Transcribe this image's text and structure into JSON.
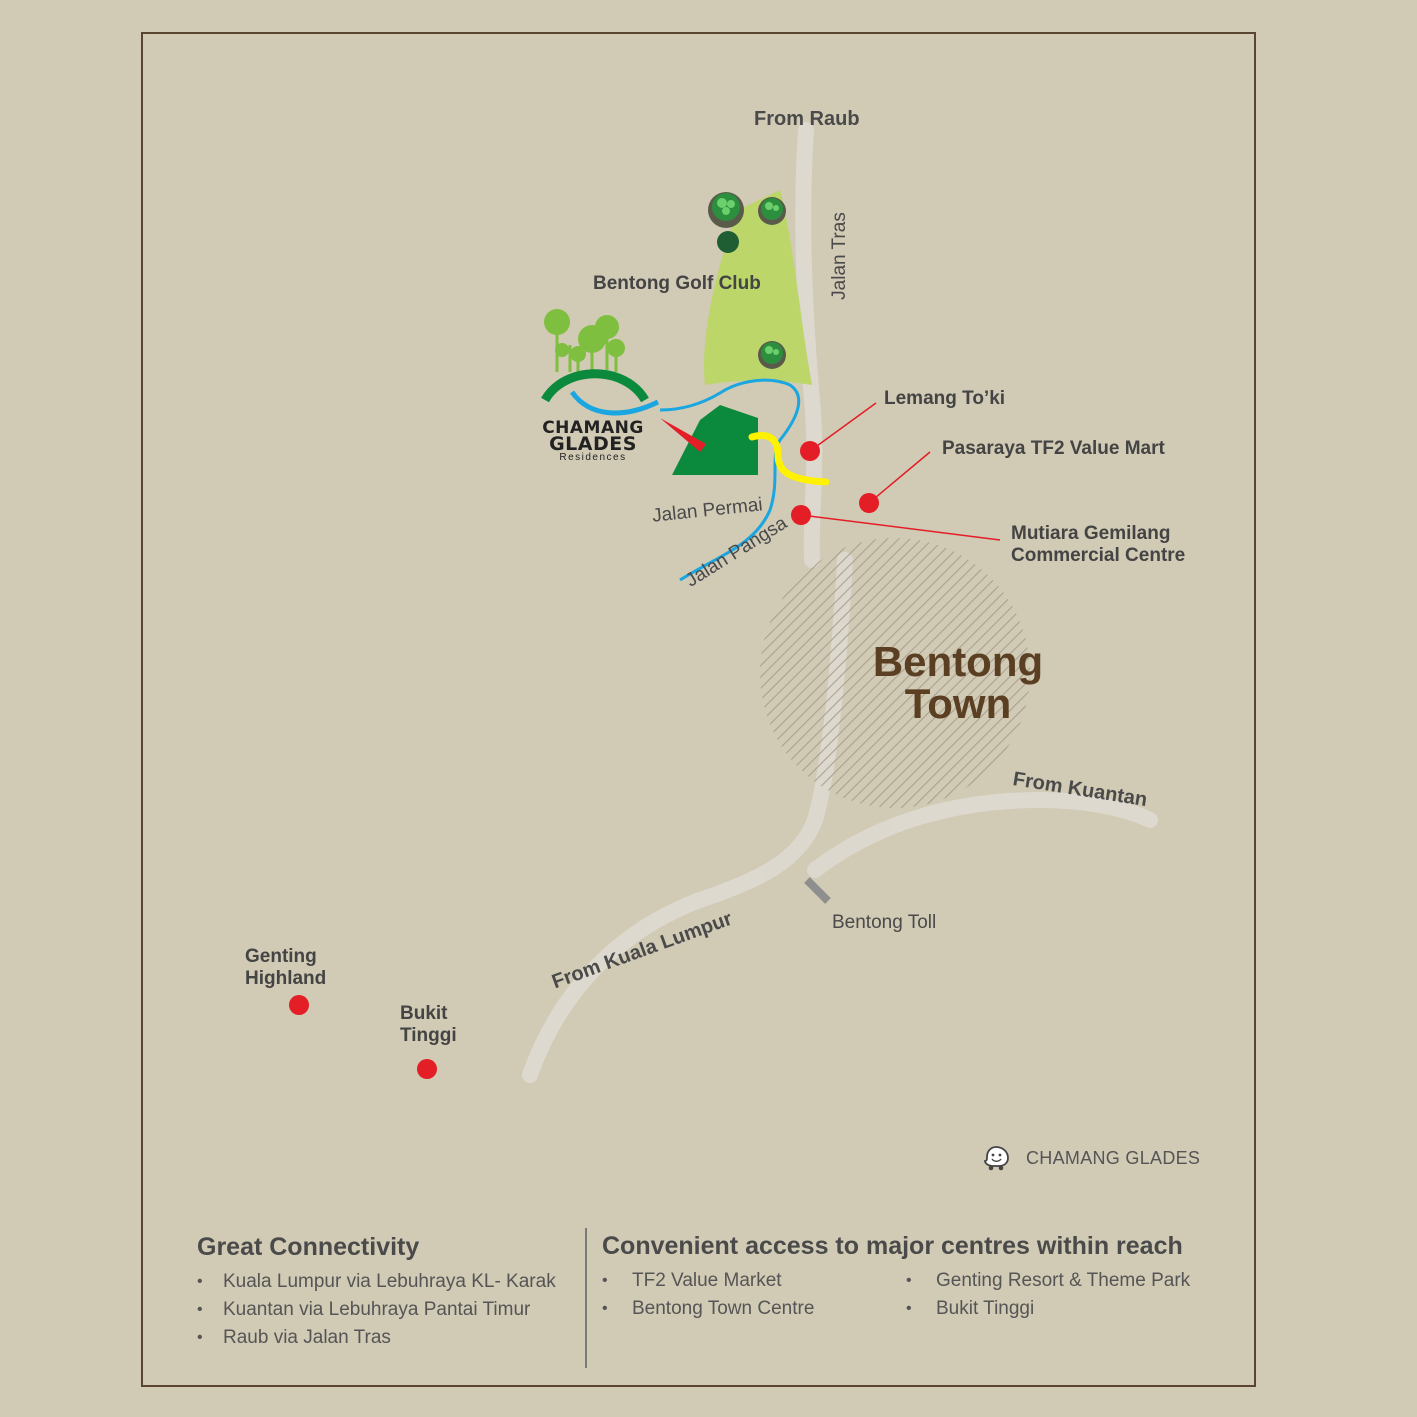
{
  "map": {
    "from_raub": "From Raub",
    "jalan_tras": "Jalan Tras",
    "golf_club": "Bentong Golf Club",
    "lemang": "Lemang To’ki",
    "pasaraya": "Pasaraya TF2 Value Mart",
    "mutiara_line1": "Mutiara Gemilang",
    "mutiara_line2": "Commercial Centre",
    "jalan_permai": "Jalan Permai",
    "jalan_pangsa": "Jalan Pangsa",
    "town_line1": "Bentong",
    "town_line2": "Town",
    "from_kuantan": "From Kuantan",
    "bentong_toll": "Bentong Toll",
    "from_kl": "From Kuala Lumpur",
    "genting_line1": "Genting",
    "genting_line2": "Highland",
    "bukit_line1": "Bukit",
    "bukit_line2": "Tinggi",
    "marker_color": "#e41e26",
    "golf_color": "#bcd66a",
    "site_color": "#0b8a3e",
    "river_color": "#1aa6e0",
    "highlight_road_color": "#fff200"
  },
  "logo": {
    "line1": "CHAMANG",
    "line2": "GLADES",
    "line3": "Residences"
  },
  "waze": {
    "icon": "waze-icon",
    "label": "CHAMANG GLADES"
  },
  "connectivity": {
    "title": "Great Connectivity",
    "items": [
      "Kuala Lumpur via Lebuhraya KL- Karak",
      "Kuantan via Lebuhraya Pantai Timur",
      "Raub via Jalan Tras"
    ]
  },
  "access": {
    "title": "Convenient access to major centres within reach",
    "col1": [
      "TF2 Value Market",
      "Bentong Town Centre"
    ],
    "col2": [
      "Genting Resort & Theme Park",
      "Bukit Tinggi"
    ]
  }
}
